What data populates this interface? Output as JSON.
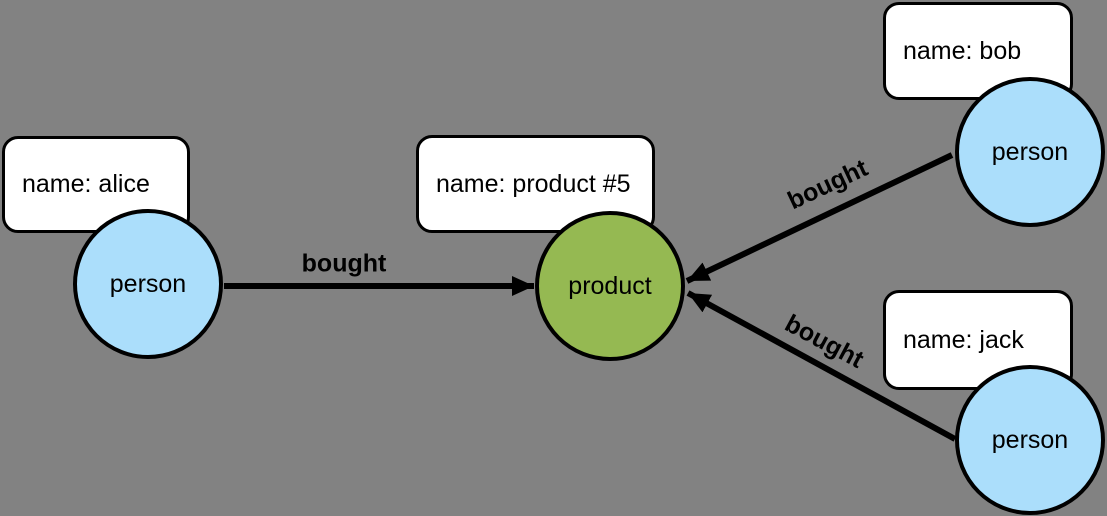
{
  "graph": {
    "nodes": [
      {
        "id": "alice",
        "type": "person",
        "label": "person",
        "property_label": "name: alice"
      },
      {
        "id": "product5",
        "type": "product",
        "label": "product",
        "property_label": "name: product #5"
      },
      {
        "id": "bob",
        "type": "person",
        "label": "person",
        "property_label": "name: bob"
      },
      {
        "id": "jack",
        "type": "person",
        "label": "person",
        "property_label": "name: jack"
      }
    ],
    "edges": [
      {
        "from": "alice",
        "to": "product5",
        "label": "bought"
      },
      {
        "from": "bob",
        "to": "product5",
        "label": "bought"
      },
      {
        "from": "jack",
        "to": "product5",
        "label": "bought"
      }
    ],
    "colors": {
      "background": "#828282",
      "person_node_fill": "#abdefb",
      "product_node_fill": "#95b952",
      "node_stroke": "#000000",
      "property_box_fill": "#ffffff",
      "edge_color": "#000000",
      "text_color": "#000000"
    }
  }
}
